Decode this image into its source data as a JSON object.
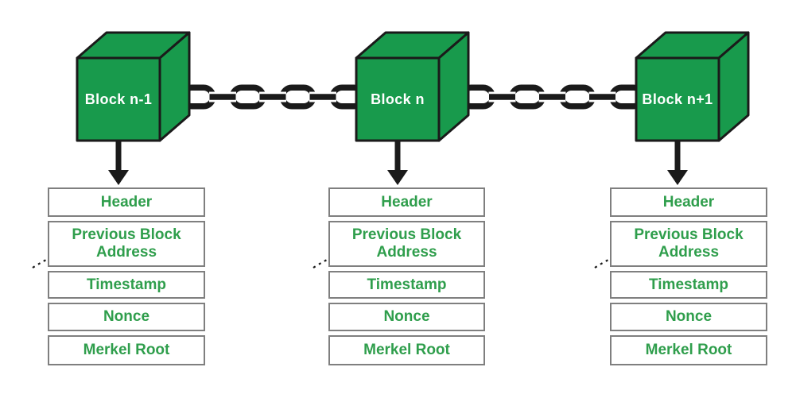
{
  "blocks": [
    {
      "label": "Block n-1"
    },
    {
      "label": "Block n"
    },
    {
      "label": "Block n+1"
    }
  ],
  "fields": [
    "Header",
    "Previous Block Address",
    "Timestamp",
    "Nonce",
    "Merkel Root"
  ],
  "icons": {
    "chain_link": "chain-link-icon",
    "down_arrow": "down-arrow-icon",
    "dashed_pointer": "dashed-pointer-arrow-icon"
  },
  "colors": {
    "cube_green": "#189A4C",
    "field_text_green": "#2F9E4C",
    "line_black": "#1A1A1A",
    "box_border_gray": "#7F7F7F"
  }
}
